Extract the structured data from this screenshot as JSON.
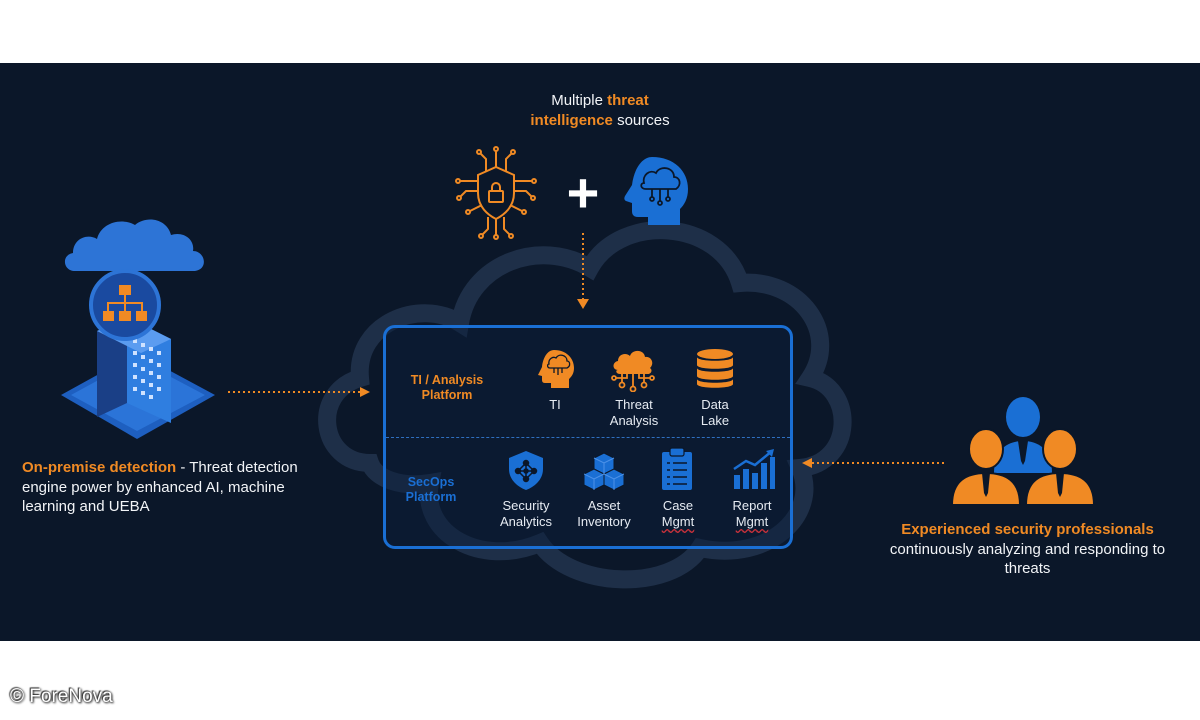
{
  "header": {
    "line1_pre": "Multiple ",
    "line1_hl": "threat",
    "line2_hl": "intelligence",
    "line2_post": " sources"
  },
  "left": {
    "title": "On-premise detection",
    "body": " - Threat detection engine power by enhanced AI, machine learning and UEBA"
  },
  "right": {
    "title": "Experienced security professionals",
    "body": "continuously analyzing and responding to threats"
  },
  "ti_platform": {
    "label_line1": "TI / Analysis",
    "label_line2": "Platform",
    "items": [
      {
        "line1": "TI",
        "line2": "",
        "icon": "brain-head-icon"
      },
      {
        "line1": "Threat",
        "line2": "Analysis",
        "icon": "cloud-network-icon"
      },
      {
        "line1": "Data",
        "line2": "Lake",
        "icon": "database-icon"
      }
    ]
  },
  "secops_platform": {
    "label_line1": "SecOps",
    "label_line2": "Platform",
    "items": [
      {
        "line1": "Security",
        "line2": "Analytics",
        "icon": "shield-network-icon"
      },
      {
        "line1": "Asset",
        "line2": "Inventory",
        "icon": "cubes-icon"
      },
      {
        "line1": "Case",
        "line2": "Mgmt",
        "icon": "clipboard-icon"
      },
      {
        "line1": "Report",
        "line2": "Mgmt",
        "icon": "bar-chart-icon"
      }
    ]
  },
  "plus_sign": "+",
  "copyright": "© ForeNova",
  "colors": {
    "background": "#0b1729",
    "accent_orange": "#f08a24",
    "accent_blue": "#1a6fd4"
  }
}
